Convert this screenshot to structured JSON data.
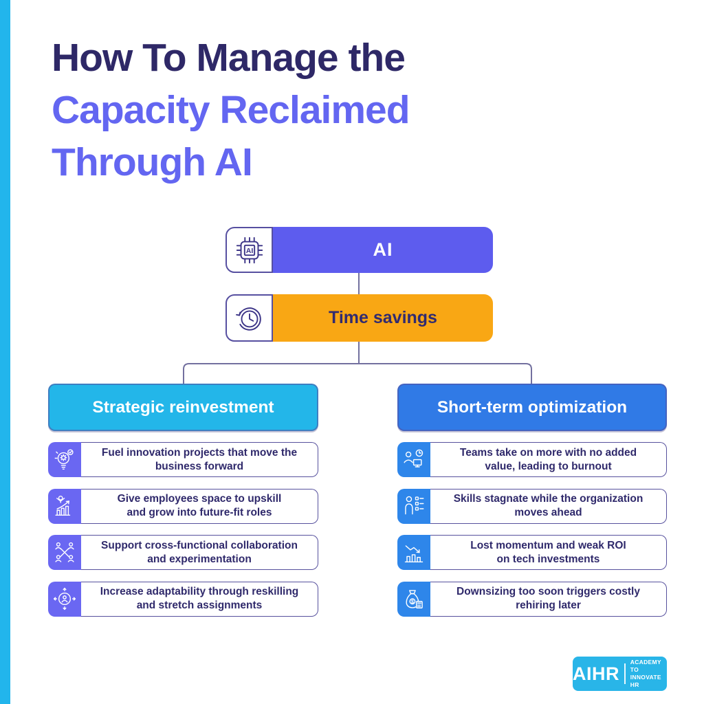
{
  "page": {
    "background": "#ffffff",
    "accent_bar_color": "#22b5ec"
  },
  "title": {
    "line1": "How To Manage the",
    "line2": "Capacity Reclaimed",
    "line3": "Through AI",
    "primary_color": "#2e2867",
    "accent_color": "#6366f1"
  },
  "flow": {
    "ai_node": {
      "label": "AI",
      "icon": "ai-chip-icon",
      "color": "#5d5cee"
    },
    "time_node": {
      "label": "Time savings",
      "icon": "clock-history-icon",
      "color": "#f9a714"
    }
  },
  "branches": {
    "left": {
      "header": "Strategic reinvestment",
      "header_color": "#23b6e9",
      "icon_tile_color": "#6a67f2",
      "items": [
        {
          "icon": "innovation-bulb-icon",
          "text": "Fuel innovation projects that move the\nbusiness forward"
        },
        {
          "icon": "upskill-growth-icon",
          "text": "Give employees space to upskill\nand grow into future-fit roles"
        },
        {
          "icon": "collaboration-network-icon",
          "text": "Support cross-functional collaboration\nand experimentation"
        },
        {
          "icon": "adaptability-cycle-icon",
          "text": "Increase adaptability through reskilling\nand stretch assignments"
        }
      ]
    },
    "right": {
      "header": "Short-term optimization",
      "header_color": "#307ae6",
      "icon_tile_color": "#2e86ea",
      "items": [
        {
          "icon": "workload-burnout-icon",
          "text": "Teams take on more with no added\nvalue, leading to burnout"
        },
        {
          "icon": "skills-checklist-icon",
          "text": "Skills stagnate while the organization\nmoves ahead"
        },
        {
          "icon": "declining-chart-icon",
          "text": "Lost momentum and weak ROI\non tech investments"
        },
        {
          "icon": "cost-moneybag-icon",
          "text": "Downsizing too soon triggers costly\nrehiring later"
        }
      ]
    }
  },
  "logo": {
    "brand": "AIHR",
    "tagline": "ACADEMY TO\nINNOVATE HR",
    "color": "#29b5e8"
  }
}
